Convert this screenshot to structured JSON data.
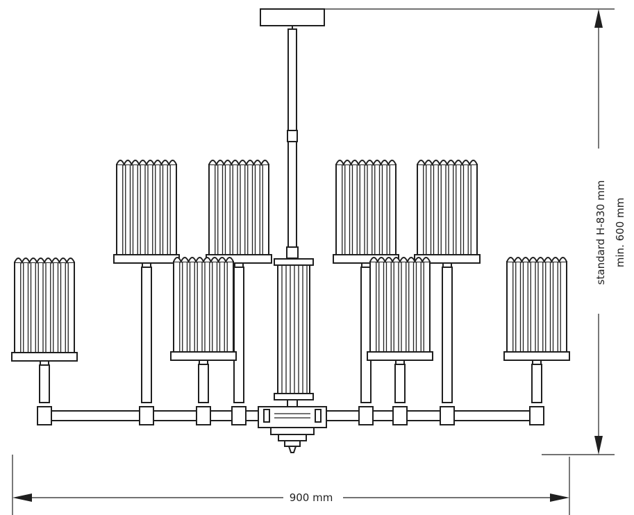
{
  "dimensions": {
    "width_label": "900 mm",
    "height_label_line1": "standard H-830 mm",
    "height_label_line2": "min. 600 mm"
  }
}
